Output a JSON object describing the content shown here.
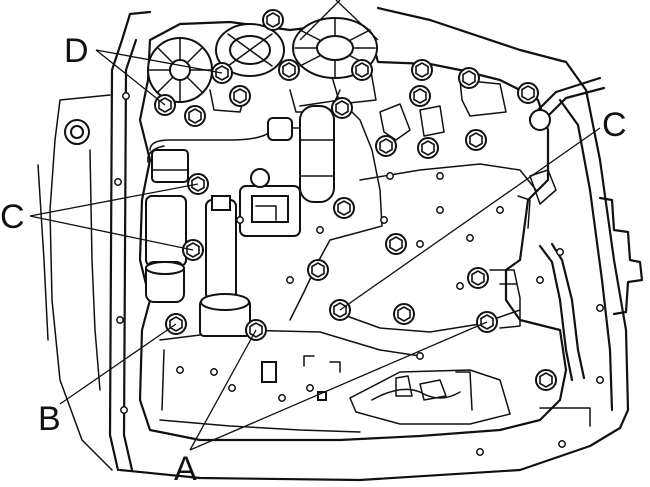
{
  "callouts": {
    "a": "A",
    "b": "B",
    "c_left": "C",
    "c_right": "C",
    "d": "D"
  }
}
